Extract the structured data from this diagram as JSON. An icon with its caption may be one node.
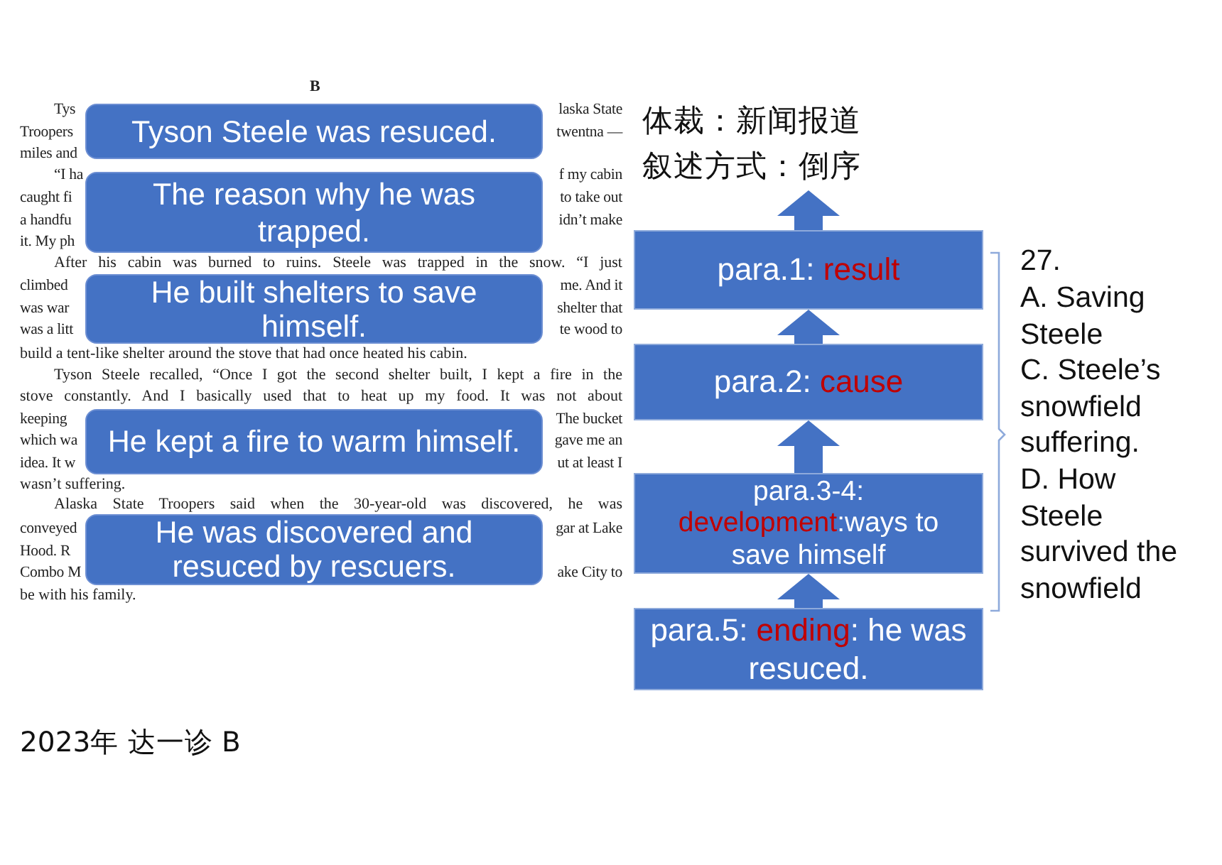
{
  "diagram": {
    "nodes": [
      {
        "text": [
          "Tyson Steele was resuced."
        ]
      },
      {
        "text": [
          "The reason why he was trapped."
        ]
      },
      {
        "text": [
          "He built shelters to save himself."
        ]
      },
      {
        "text": [
          "He kept a fire to warm himself."
        ]
      },
      {
        "text": [
          "He was discovered and resuced by rescuers."
        ]
      },
      {
        "text": [
          "体裁：新闻报道",
          "叙述方式：倒序"
        ]
      },
      {
        "text": [
          "para.1: **result**"
        ]
      },
      {
        "text": [
          "para.2: **cause**"
        ]
      },
      {
        "text": [
          "para.3-4: **development**:ways to save himself"
        ]
      },
      {
        "text": [
          "para.5: **ending**: he was resuced."
        ]
      }
    ],
    "edges": [
      {
        "from": 9,
        "to": 8,
        "arrow": "to"
      },
      {
        "from": 8,
        "to": 7,
        "arrow": "to"
      },
      {
        "from": 7,
        "to": 6,
        "arrow": "to"
      },
      {
        "from": 6,
        "to": 5,
        "arrow": "to"
      }
    ],
    "labels": [
      "B",
      "Tys",
      "laska State",
      "Troopers",
      "twentna —",
      "miles and",
      "“I ha",
      "f my cabin",
      "caught fi",
      "to take out",
      "a handfu",
      "idn’t make",
      "it. My ph",
      "After his cabin was burned to ruins. Steele was trapped in the snow. “I just",
      "climbed",
      "me. And it",
      "was war",
      "shelter that",
      "was a litt",
      "te wood to",
      "build a tent-like shelter around the stove that had once heated his cabin.",
      "Tyson Steele recalled, “Once I got the second shelter built, I kept a fire in the",
      "stove constantly. And I basically used that to heat up my food. It was not about",
      "keeping",
      "The bucket",
      "which wa",
      "gave me an",
      "idea. It w",
      "ut at least I",
      "wasn’t suffering.",
      "Alaska State Troopers said when the 30-year-old was discovered, he was",
      "conveyed",
      "gar at Lake",
      "Hood. R",
      "Combo M",
      "ake City to",
      "be with his family.",
      "27.",
      "A. Saving Steele",
      "C. Steele’s snowfield suffering.",
      "D. How Steele survived the snowfield",
      "2023年 达一诊 B"
    ]
  }
}
